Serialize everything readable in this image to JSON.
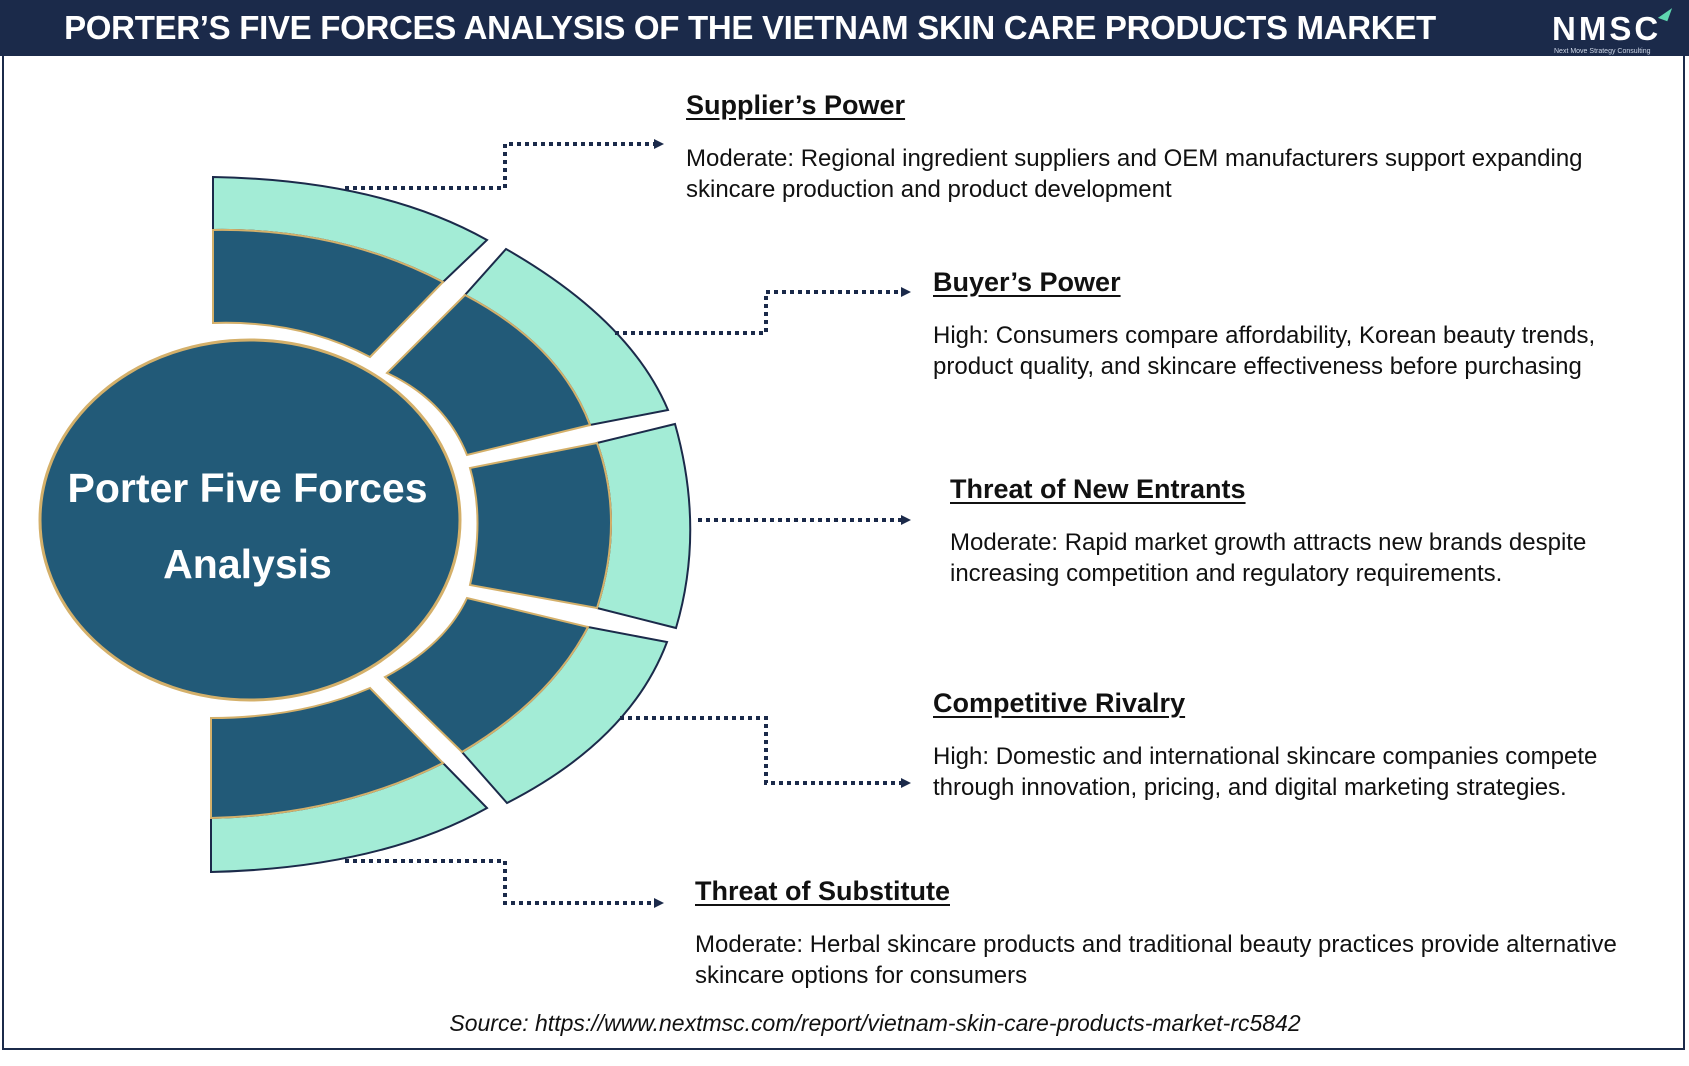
{
  "header": {
    "title": "PORTER’S FIVE FORCES ANALYSIS OF THE VIETNAM SKIN CARE PRODUCTS MARKET",
    "logo_text": "NMSC",
    "logo_tagline": "Next Move Strategy Consulting"
  },
  "center": {
    "line1": "Porter Five Forces",
    "line2": "Analysis"
  },
  "forces": [
    {
      "title": "Supplier’s Power",
      "description": "Moderate: Regional ingredient suppliers and OEM manufacturers support expanding skincare production and product development"
    },
    {
      "title": "Buyer’s Power",
      "description": "High: Consumers compare affordability, Korean beauty trends, product quality, and skincare effectiveness before purchasing"
    },
    {
      "title": "Threat of New Entrants",
      "description": "Moderate: Rapid market growth attracts new brands despite increasing competition and regulatory requirements."
    },
    {
      "title": "Competitive Rivalry",
      "description": "High: Domestic and international skincare companies compete through innovation, pricing, and digital marketing strategies."
    },
    {
      "title": "Threat of Substitute",
      "description": "Moderate: Herbal skincare products and traditional beauty practices provide alternative skincare options for consumers"
    }
  ],
  "source": "Source: https://www.nextmsc.com/report/vietnam-skin-care-products-market-rc5842",
  "colors": {
    "navy": "#1b2a4a",
    "dark_teal": "#225a78",
    "mint": "#a3ecd6",
    "gold_outline": "#d4b06a",
    "arrow": "#1b2a4a"
  },
  "icons": [
    "arrow-right-icon"
  ]
}
